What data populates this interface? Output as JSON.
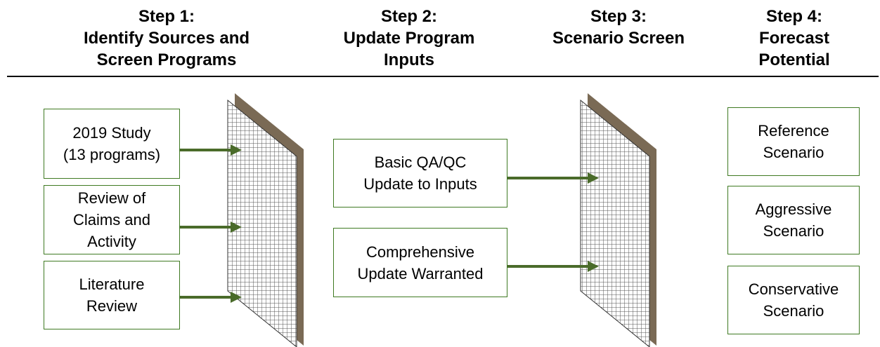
{
  "steps": [
    {
      "lines": [
        "Step 1:",
        "Identify Sources and",
        "Screen Programs"
      ]
    },
    {
      "lines": [
        "Step 2:",
        "Update Program",
        "Inputs"
      ]
    },
    {
      "lines": [
        "Step 3:",
        "Scenario Screen"
      ]
    },
    {
      "lines": [
        "Step 4:",
        "Forecast",
        "Potential"
      ]
    }
  ],
  "sources": [
    {
      "lines": [
        "2019 Study",
        "(13 programs)"
      ]
    },
    {
      "lines": [
        "Review of",
        "Claims and",
        "Activity"
      ]
    },
    {
      "lines": [
        "Literature",
        "Review"
      ]
    }
  ],
  "updates": [
    {
      "lines": [
        "Basic QA/QC",
        "Update to Inputs"
      ]
    },
    {
      "lines": [
        "Comprehensive",
        "Update Warranted"
      ]
    }
  ],
  "scenarios": [
    {
      "lines": [
        "Reference",
        "Scenario"
      ]
    },
    {
      "lines": [
        "Aggressive",
        "Scenario"
      ]
    },
    {
      "lines": [
        "Conservative",
        "Scenario"
      ]
    }
  ],
  "colors": {
    "box_border": "#3f7a22",
    "arrow": "#4a6b2a",
    "screen_shadow": "#7a6a55",
    "screen_mesh": "#555555"
  }
}
